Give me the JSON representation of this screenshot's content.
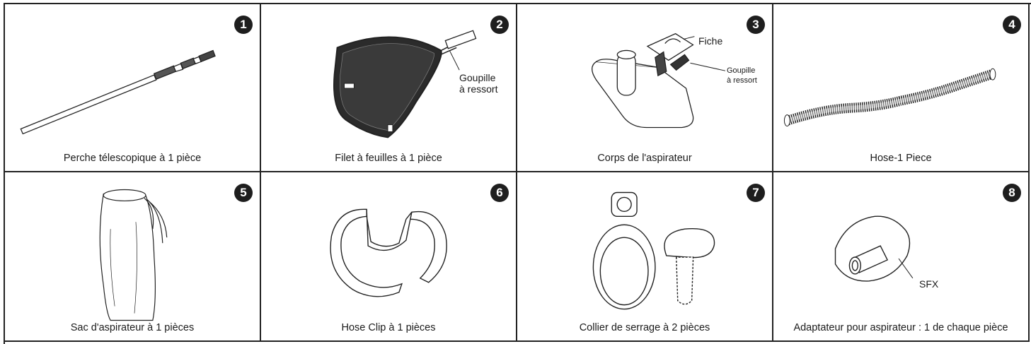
{
  "parts": [
    {
      "number": "1",
      "caption": "Perche télescopique à 1 pièce",
      "icon": "telescopic-pole-icon"
    },
    {
      "number": "2",
      "caption": "Filet à feuilles à 1 pièce",
      "icon": "leaf-skimmer-net-icon",
      "callouts": [
        "Goupille",
        "à ressort"
      ]
    },
    {
      "number": "3",
      "caption": "Corps de l'aspirateur",
      "icon": "vacuum-head-icon",
      "callouts": [
        "Fiche",
        "Goupille",
        "à ressort"
      ]
    },
    {
      "number": "4",
      "caption": "Hose-1 Piece",
      "icon": "hose-icon"
    },
    {
      "number": "5",
      "caption": "Sac d'aspirateur à 1 pièces",
      "icon": "vacuum-bag-icon"
    },
    {
      "number": "6",
      "caption": "Hose Clip à 1 pièces",
      "icon": "hose-clip-icon"
    },
    {
      "number": "7",
      "caption": "Collier de serrage à 2 pièces",
      "icon": "hose-clamp-icon"
    },
    {
      "number": "8",
      "caption": "Adaptateur pour aspirateur : 1 de chaque pièce",
      "icon": "vacuum-adapter-icon",
      "callouts": [
        "SFX"
      ]
    }
  ]
}
